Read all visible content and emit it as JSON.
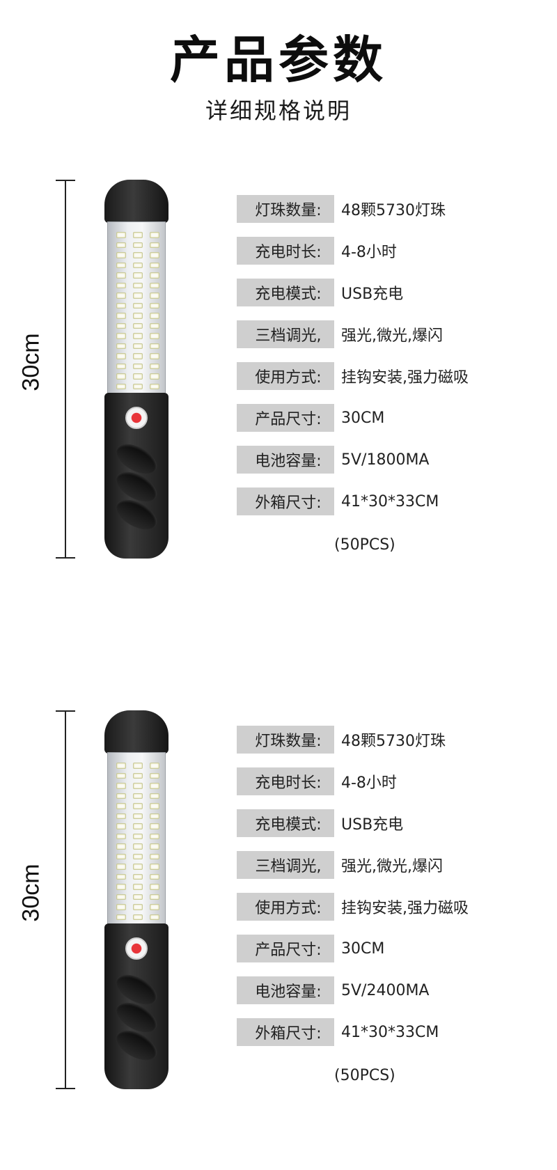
{
  "header": {
    "title": "产品参数",
    "subtitle": "详细规格说明"
  },
  "products": [
    {
      "ruler_label": "30cm",
      "specs": [
        {
          "label": "灯珠数量:",
          "value": "48颗5730灯珠"
        },
        {
          "label": "充电时长:",
          "value": "4-8小时"
        },
        {
          "label": "充电模式:",
          "value": "USB充电"
        },
        {
          "label": "三档调光,",
          "value": "强光,微光,爆闪"
        },
        {
          "label": "使用方式:",
          "value": "挂钩安装,强力磁吸"
        },
        {
          "label": "产品尺寸:",
          "value": "30CM"
        },
        {
          "label": "电池容量:",
          "value": "5V/1800MA"
        },
        {
          "label": "外箱尺寸:",
          "value": "41*30*33CM"
        }
      ],
      "extra": "(50PCS)"
    },
    {
      "ruler_label": "30cm",
      "specs": [
        {
          "label": "灯珠数量:",
          "value": "48颗5730灯珠"
        },
        {
          "label": "充电时长:",
          "value": "4-8小时"
        },
        {
          "label": "充电模式:",
          "value": "USB充电"
        },
        {
          "label": "三档调光,",
          "value": "强光,微光,爆闪"
        },
        {
          "label": "使用方式:",
          "value": "挂钩安装,强力磁吸"
        },
        {
          "label": "产品尺寸:",
          "value": "30CM"
        },
        {
          "label": "电池容量:",
          "value": "5V/2400MA"
        },
        {
          "label": "外箱尺寸:",
          "value": "41*30*33CM"
        }
      ],
      "extra": "(50PCS)"
    }
  ]
}
